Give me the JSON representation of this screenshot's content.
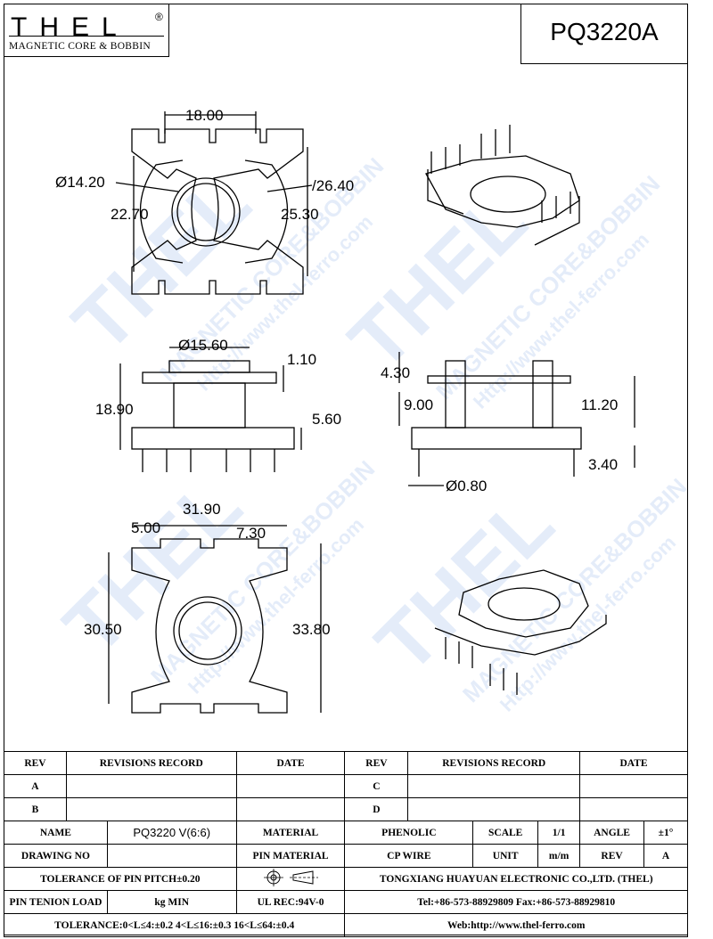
{
  "header": {
    "logo": "THEL",
    "logo_reg": "®",
    "logo_sub": "MAGNETIC CORE & BOBBIN",
    "part_number": "PQ3220A"
  },
  "watermark": {
    "brand": "THEL",
    "line1": "MAGNETIC CORE&BOBBIN",
    "line2": "Http://www.thel-ferro.com"
  },
  "dimensions": {
    "top_width": "18.00",
    "hole_dia": "Ø14.20",
    "outer_dia": "/26.40",
    "inner_height": "22.70",
    "outer_height": "25.30",
    "tube_dia": "Ø15.60",
    "flange_thk": "1.10",
    "total_height": "18.90",
    "base_height": "5.60",
    "pin_offset_top": "4.30",
    "winding_height": "9.00",
    "body_height": "11.20",
    "pin_length": "3.40",
    "pin_dia": "Ø0.80",
    "base_width": "31.90",
    "pin_pitch": "5.00",
    "pin_span": "7.30",
    "window_height": "30.50",
    "base_depth": "33.80"
  },
  "title_block": {
    "rev_header": "REV",
    "revisions_header": "REVISIONS RECORD",
    "date_header": "DATE",
    "rev_a": "A",
    "rev_b": "B",
    "rev_c": "C",
    "rev_d": "D",
    "name_label": "NAME",
    "name_value": "PQ3220 V(6:6)",
    "material_label": "MATERIAL",
    "material_value": "PHENOLIC",
    "scale_label": "SCALE",
    "scale_value": "1/1",
    "angle_label": "ANGLE",
    "angle_value": "±1°",
    "drawing_no_label": "DRAWING NO",
    "pin_material_label": "PIN MATERIAL",
    "pin_material_value": "CP WIRE",
    "unit_label": "UNIT",
    "unit_value": "m/m",
    "rev_label": "REV",
    "rev_value": "A",
    "tolerance_pitch": "TOLERANCE OF PIN PITCH±0.20",
    "company": "TONGXIANG HUAYUAN ELECTRONIC CO.,LTD.  (THEL)",
    "pin_tension_label": "PIN TENION LOAD",
    "pin_tension_unit": "kg MIN",
    "ul_rec": "UL REC:94V-0",
    "tel": "Tel:+86-573-88929809 Fax:+86-573-88929810",
    "tolerance": "TOLERANCE:0<L≤4:±0.2  4<L≤16:±0.3  16<L≤64:±0.4",
    "web": "Web:http://www.thel-ferro.com"
  }
}
